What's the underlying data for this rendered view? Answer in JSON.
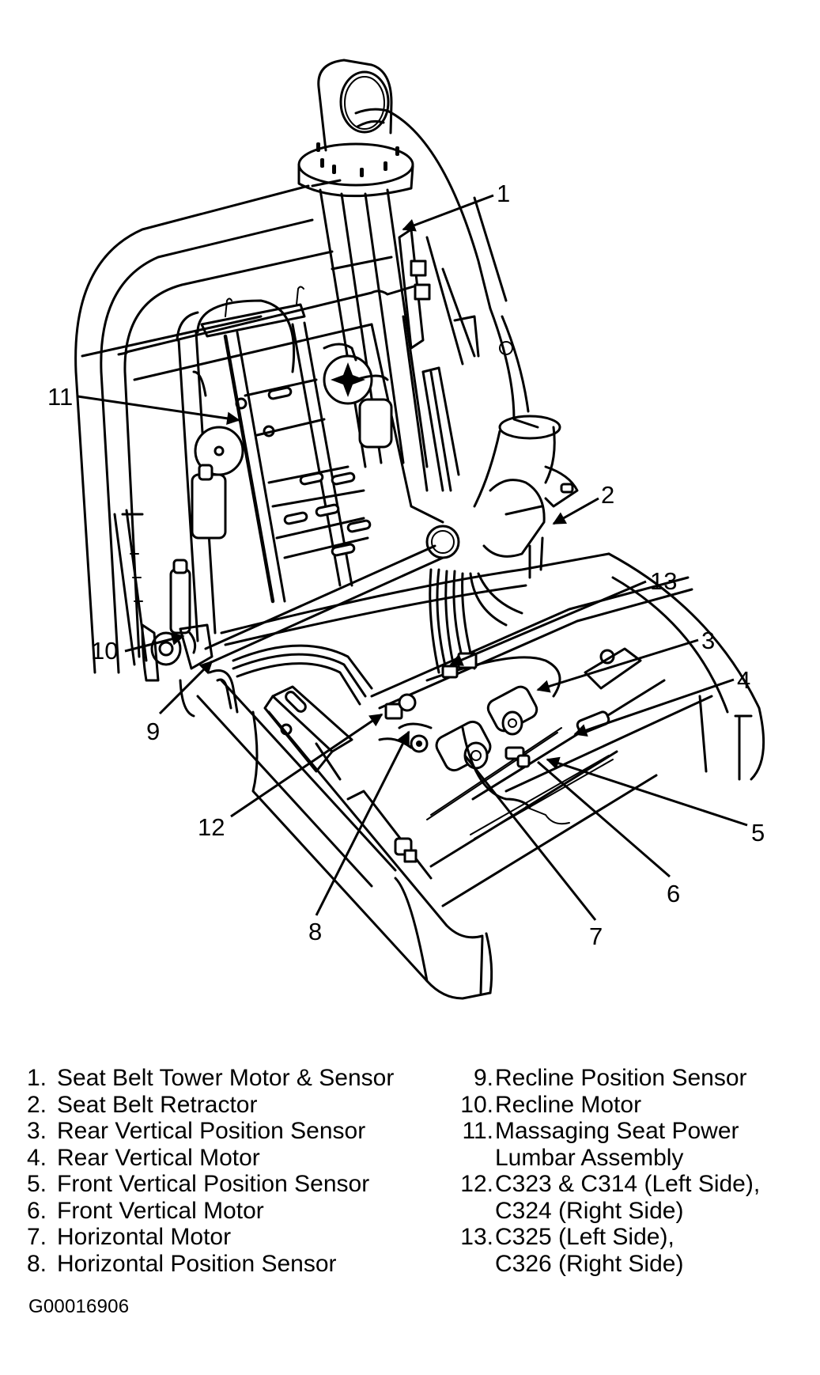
{
  "figure": {
    "description": "Power seat frame component locator (line drawing)",
    "callouts": [
      {
        "number": "1"
      },
      {
        "number": "2"
      },
      {
        "number": "3"
      },
      {
        "number": "4"
      },
      {
        "number": "5"
      },
      {
        "number": "6"
      },
      {
        "number": "7"
      },
      {
        "number": "8"
      },
      {
        "number": "9"
      },
      {
        "number": "10"
      },
      {
        "number": "11"
      },
      {
        "number": "12"
      },
      {
        "number": "13"
      }
    ]
  },
  "legend": {
    "left": [
      {
        "num": "1.",
        "text": "Seat Belt Tower Motor & Sensor"
      },
      {
        "num": "2.",
        "text": "Seat Belt Retractor"
      },
      {
        "num": "3.",
        "text": "Rear Vertical Position Sensor"
      },
      {
        "num": "4.",
        "text": "Rear Vertical Motor"
      },
      {
        "num": "5.",
        "text": "Front Vertical Position Sensor"
      },
      {
        "num": "6.",
        "text": "Front Vertical Motor"
      },
      {
        "num": "7.",
        "text": "Horizontal Motor"
      },
      {
        "num": "8.",
        "text": "Horizontal Position Sensor"
      }
    ],
    "right": [
      {
        "num": "9.",
        "text": "Recline Position Sensor"
      },
      {
        "num": "10.",
        "text": "Recline Motor"
      },
      {
        "num": "11.",
        "text": "Massaging Seat Power",
        "cont": "Lumbar Assembly"
      },
      {
        "num": "12.",
        "text": "C323 & C314 (Left Side),",
        "cont": "C324 (Right Side)"
      },
      {
        "num": "13.",
        "text": "C325 (Left Side),",
        "cont": "C326 (Right Side)"
      }
    ]
  },
  "figure_id": "G00016906"
}
